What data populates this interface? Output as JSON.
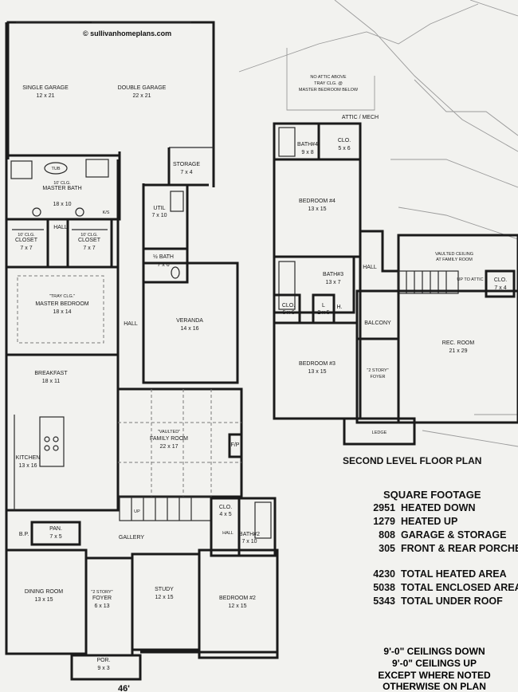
{
  "website": "© sullivanhomeplans.com",
  "second_level_title": "SECOND LEVEL FLOOR PLAN",
  "footage": {
    "title": "SQUARE FOOTAGE",
    "rows": [
      {
        "num": "2951",
        "label": "HEATED DOWN"
      },
      {
        "num": "1279",
        "label": "HEATED UP"
      },
      {
        "num": "808",
        "label": "GARAGE & STORAGE"
      },
      {
        "num": "305",
        "label": "FRONT & REAR PORCHE"
      },
      {
        "num": "4230",
        "label": "TOTAL HEATED AREA"
      },
      {
        "num": "5038",
        "label": "TOTAL ENCLOSED AREA"
      },
      {
        "num": "5343",
        "label": "TOTAL UNDER ROOF"
      }
    ]
  },
  "ceilings": [
    "9'-0\" CEILINGS DOWN",
    "9'-0\" CEILINGS UP",
    "EXCEPT WHERE NOTED",
    "OTHERWISE ON PLAN"
  ],
  "bottom_dim": "46'",
  "first_floor": {
    "single_garage": {
      "name": "SINGLE GARAGE",
      "size": "12 x 21"
    },
    "double_garage": {
      "name": "DOUBLE GARAGE",
      "size": "22 x 21"
    },
    "storage": {
      "name": "STORAGE",
      "size": "7 x 4"
    },
    "tub": "TUB",
    "master_bath": {
      "name": "MASTER BATH",
      "note": "10' CLG.",
      "size": "18 x 10"
    },
    "util": {
      "name": "UTIL",
      "size": "7 x 10"
    },
    "half_bath": {
      "name": "½ BATH",
      "size": "7 x 6"
    },
    "hall_top": "HALL",
    "closet_left": {
      "name": "CLOSET",
      "note": "10' CLG.",
      "size": "7 x 7"
    },
    "closet_right": {
      "name": "CLOSET",
      "note": "10' CLG.",
      "size": "7 x 7"
    },
    "master_bedroom": {
      "name": "MASTER BEDROOM",
      "note": "\"TRAY CLG.\"",
      "size": "18 x 14"
    },
    "hall": "HALL",
    "veranda": {
      "name": "VERANDA",
      "size": "14 x 16"
    },
    "breakfast": {
      "name": "BREAKFAST",
      "size": "18 x 11"
    },
    "family_room": {
      "name": "FAMILY ROOM",
      "note": "\"VAULTED\"",
      "size": "22 x 17"
    },
    "fp": "F/P",
    "kitchen": {
      "name": "KITCHEN",
      "size": "13 x 16"
    },
    "pan": {
      "name": "PAN.",
      "size": "7 x 5"
    },
    "bp": "B.P.",
    "gallery": "GALLERY",
    "clo": {
      "name": "CLO.",
      "size": "4 x 5"
    },
    "hall_small": "HALL",
    "bath2": {
      "name": "BATH#2",
      "size": "7 x 10"
    },
    "dining": {
      "name": "DINING ROOM",
      "size": "13 x 15"
    },
    "foyer": {
      "name": "FOYER",
      "note": "\"2 STORY\"",
      "size": "6 x 13"
    },
    "study": {
      "name": "STUDY",
      "size": "12 x 15"
    },
    "bedroom2": {
      "name": "BEDROOM #2",
      "size": "12 x 15"
    },
    "porch": {
      "name": "POR.",
      "size": "9 x 3"
    },
    "ks": "K/S",
    "up": "UP"
  },
  "second_floor": {
    "attic_note": [
      "NO ATTIC ABOVE",
      "TRAY CLG. @",
      "MASTER BEDROOM BELOW"
    ],
    "attic_mech": "ATTIC / MECH",
    "bath4": {
      "name": "BATH#4",
      "size": "9 x 8"
    },
    "clo_top": {
      "name": "CLO.",
      "size": "5 x 6"
    },
    "bedroom4": {
      "name": "BEDROOM #4",
      "size": "13 x 15"
    },
    "hall": "HALL",
    "vaulted_note": [
      "VAULTED CEILING",
      "AT FAMILY ROOM"
    ],
    "bath3": {
      "name": "BATH#3",
      "size": "13 x 7"
    },
    "up_to_attic": "UP TO ATTIC",
    "clo_right": {
      "name": "CLO.",
      "size": "7 x 4"
    },
    "clo_left": {
      "name": "CLO.",
      "size": "6 x 6"
    },
    "l_closet": {
      "name": "L",
      "size": "2 x 5"
    },
    "h_closet": "H.",
    "balcony": "BALCONY",
    "rec_room": {
      "name": "REC. ROOM",
      "size": "21 x 29"
    },
    "bedroom3": {
      "name": "BEDROOM #3",
      "size": "13 x 15"
    },
    "foyer_note": [
      "\"2 STORY\"",
      "FOYER"
    ],
    "ledge": "LEDGE"
  }
}
